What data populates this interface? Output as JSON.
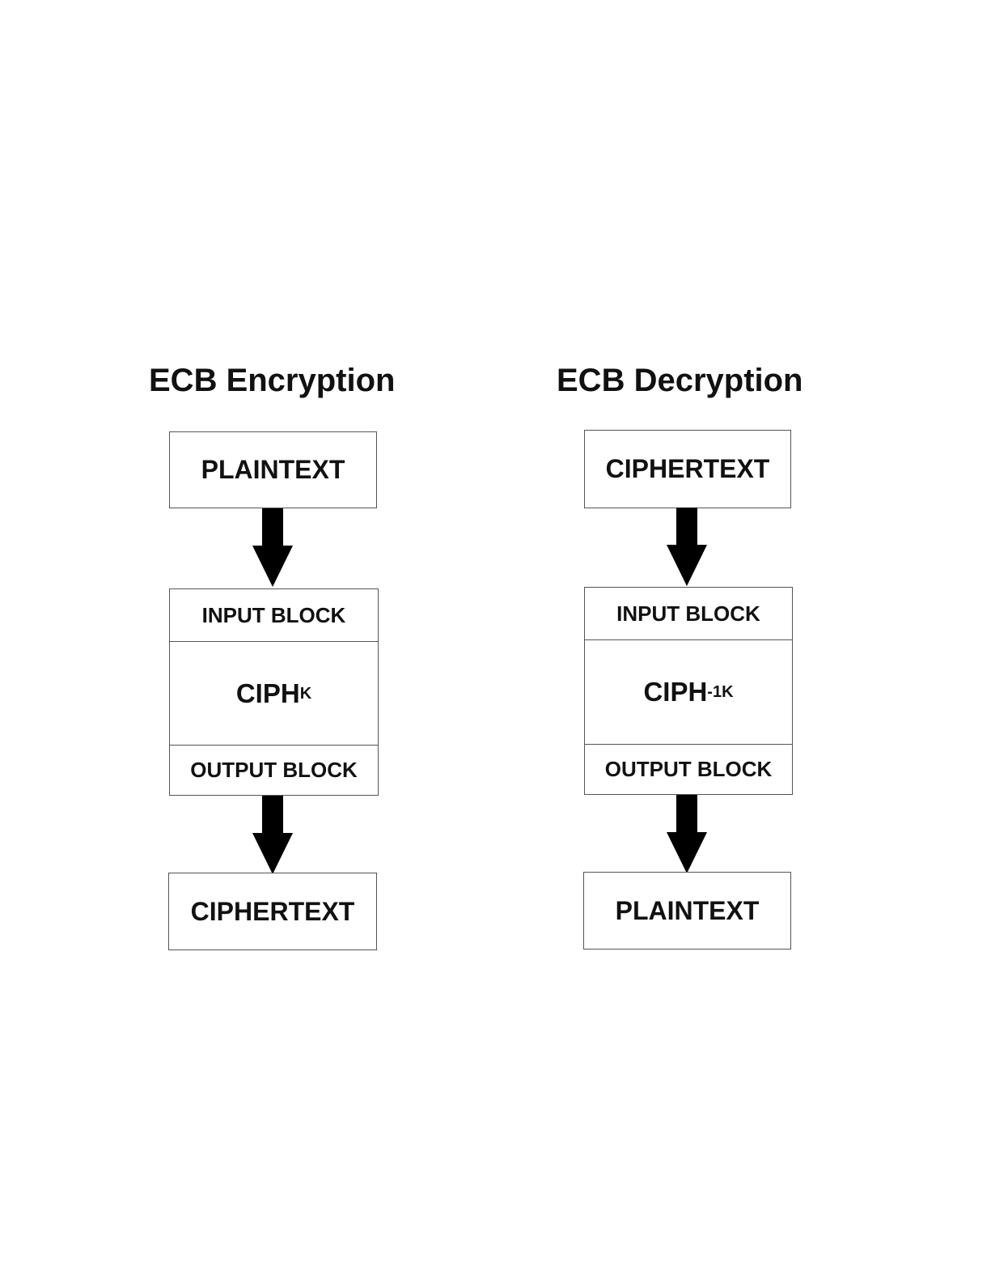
{
  "encryption": {
    "title": "ECB Encryption",
    "input_label": "PLAINTEXT",
    "block_in_label": "INPUT BLOCK",
    "function_base": "CIPH",
    "function_sub": "K",
    "block_out_label": "OUTPUT BLOCK",
    "output_label": "CIPHERTEXT"
  },
  "decryption": {
    "title": "ECB Decryption",
    "input_label": "CIPHERTEXT",
    "block_in_label": "INPUT BLOCK",
    "function_base": "CIPH",
    "function_sup": "-1",
    "function_sub": "K",
    "block_out_label": "OUTPUT BLOCK",
    "output_label": "PLAINTEXT"
  },
  "colors": {
    "arrow": "#000000",
    "border": "#555555",
    "text": "#111111"
  }
}
